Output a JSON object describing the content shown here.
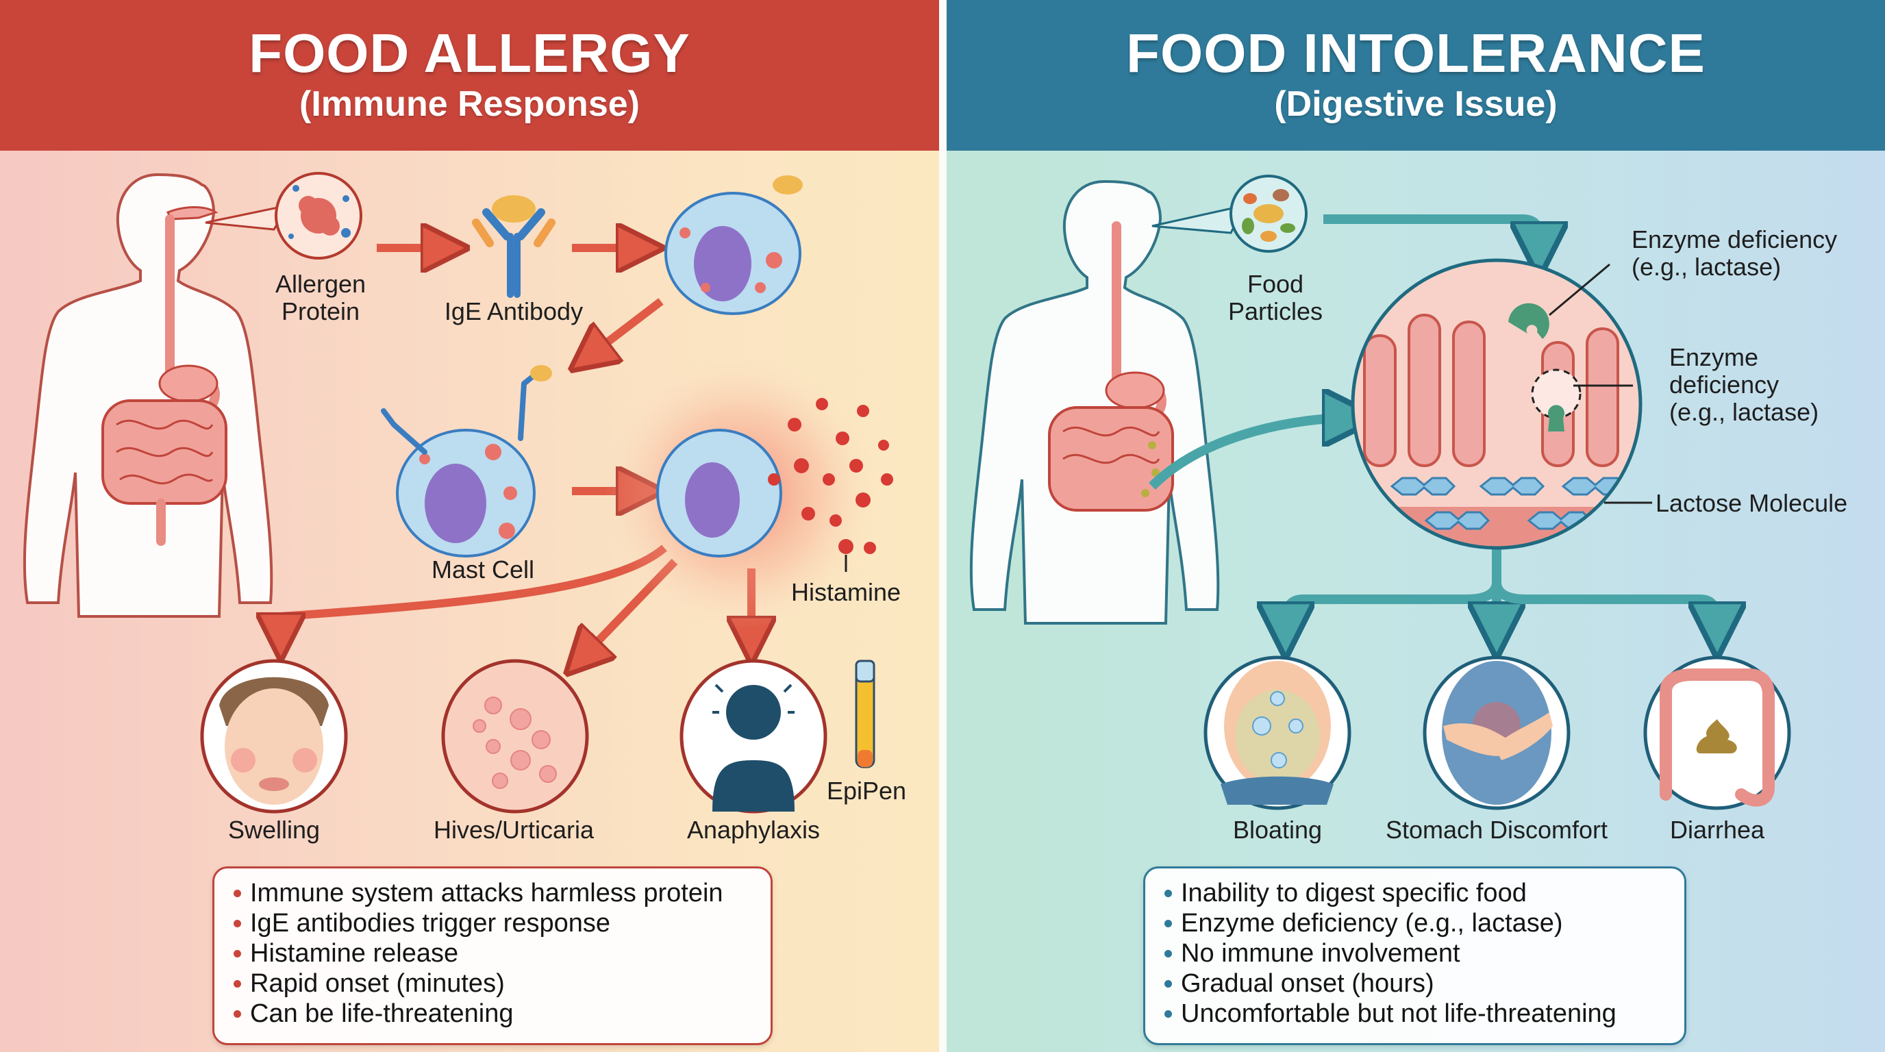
{
  "allergy": {
    "title": "FOOD ALLERGY",
    "subtitle": "(Immune Response)",
    "accent_color": "#c9453a",
    "labels": {
      "allergen": "Allergen\nProtein",
      "allergen_line1": "Allergen",
      "allergen_line2": "Protein",
      "ige": "IgE Antibody",
      "mast_cell": "Mast Cell",
      "histamine": "Histamine",
      "epipen": "EpiPen"
    },
    "symptoms": [
      {
        "label": "Swelling",
        "icon": "swollen-face-icon"
      },
      {
        "label": "Hives/Urticaria",
        "icon": "hives-skin-icon"
      },
      {
        "label": "Anaphylaxis",
        "icon": "choking-person-icon"
      }
    ],
    "summary": [
      "Immune system attacks harmless protein",
      "IgE antibodies trigger response",
      "Histamine release",
      "Rapid onset (minutes)",
      "Can be life-threatening"
    ]
  },
  "intolerance": {
    "title": "FOOD INTOLERANCE",
    "subtitle": "(Digestive Issue)",
    "accent_color": "#2f7a9a",
    "labels": {
      "food_line1": "Food",
      "food_line2": "Particles",
      "enzyme_top_line1": "Enzyme deficiency",
      "enzyme_top_line2": "(e.g., lactase)",
      "enzyme_mid_line1": "Enzyme",
      "enzyme_mid_line2": "deficiency",
      "enzyme_mid_line3": "(e.g., lactase)",
      "lactose": "Lactose Molecule"
    },
    "symptoms": [
      {
        "label": "Bloating",
        "icon": "bloated-belly-icon"
      },
      {
        "label": "Stomach Discomfort",
        "icon": "stomach-pain-icon"
      },
      {
        "label": "Diarrhea",
        "icon": "colon-stool-icon"
      }
    ],
    "summary": [
      "Inability to digest specific food",
      "Enzyme deficiency (e.g., lactase)",
      "No immune involvement",
      "Gradual onset (hours)",
      "Uncomfortable but not life-threatening"
    ]
  }
}
